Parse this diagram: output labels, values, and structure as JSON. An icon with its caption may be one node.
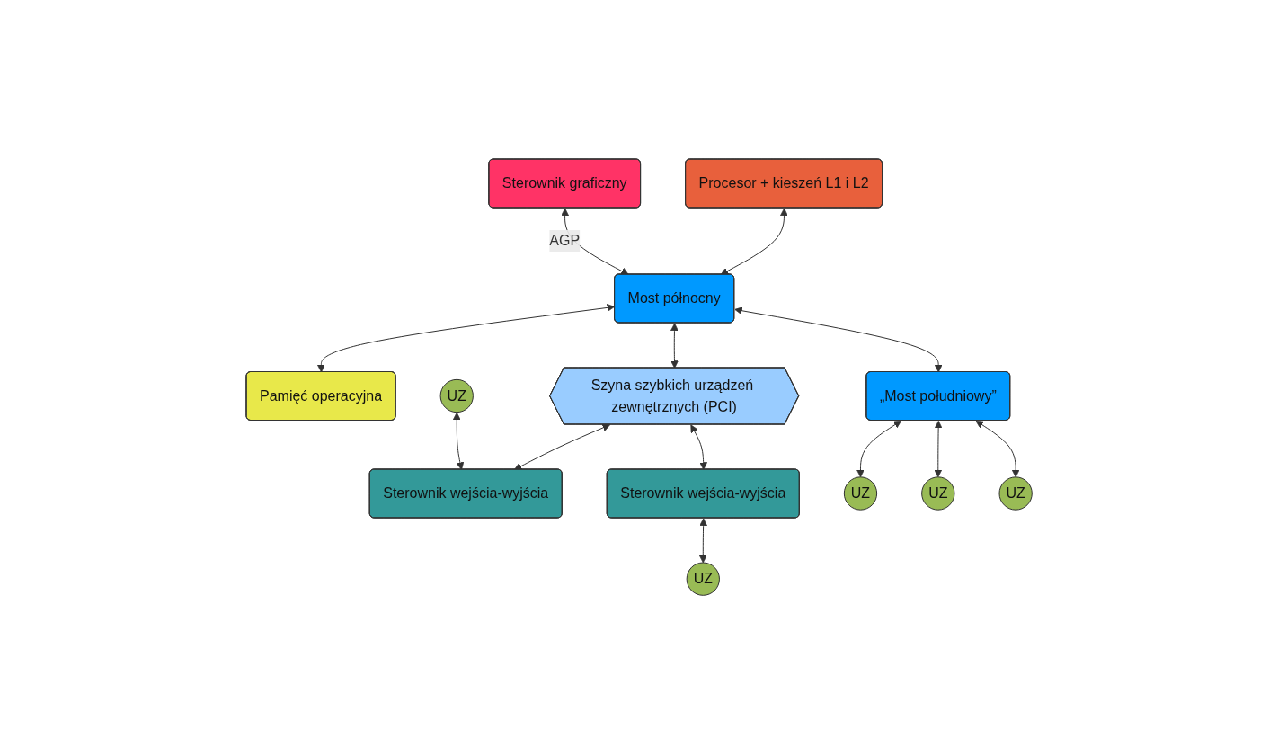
{
  "diagram": {
    "nodes": [
      {
        "text": [
          "Procesor + kieszeń L1 i L2"
        ]
      },
      {
        "text": [
          "Sterownik graficzny"
        ]
      },
      {
        "text": [
          "Most północny"
        ]
      },
      {
        "text": [
          "Pamięć operacyjna"
        ]
      },
      {
        "text": [
          "Szyna szybkich urządzeń zewnętrznych (PCI)"
        ]
      },
      {
        "text": [
          "UZ"
        ]
      },
      {
        "text": [
          "Sterownik wejścia-wyjścia"
        ]
      },
      {
        "text": [
          "„Most południowy”"
        ]
      },
      {
        "text": [
          "Sterownik wejścia-wyjścia"
        ]
      },
      {
        "text": [
          "UZ"
        ]
      },
      {
        "text": [
          "UZ"
        ]
      },
      {
        "text": [
          "UZ"
        ]
      },
      {
        "text": [
          "UZ"
        ]
      }
    ],
    "edges": [
      {
        "from": 0,
        "to": 2,
        "arrow": "both"
      },
      {
        "from": 1,
        "to": 2,
        "arrow": "both",
        "label": "AGP"
      },
      {
        "from": 2,
        "to": 3,
        "arrow": "both"
      },
      {
        "from": 2,
        "to": 4,
        "arrow": "both"
      },
      {
        "from": 2,
        "to": 7,
        "arrow": "both"
      },
      {
        "from": 4,
        "to": 6,
        "arrow": "both"
      },
      {
        "from": 4,
        "to": 8,
        "arrow": "both"
      },
      {
        "from": 5,
        "to": 6,
        "arrow": "both"
      },
      {
        "from": 8,
        "to": 9,
        "arrow": "both"
      },
      {
        "from": 7,
        "to": 10,
        "arrow": "both"
      },
      {
        "from": 7,
        "to": 11,
        "arrow": "both"
      },
      {
        "from": 7,
        "to": 12,
        "arrow": "both"
      }
    ]
  }
}
